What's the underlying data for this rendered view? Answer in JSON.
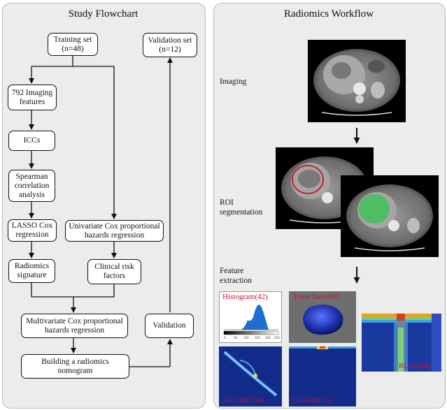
{
  "flowchart": {
    "title": "Study Flowchart",
    "nodes": {
      "training": "Training set\n(n=48)",
      "validation_set": "Validation set\n(n=12)",
      "imaging_features": "792 Imaging\nfeatures",
      "iccs": "ICCs",
      "spearman": "Spearman\ncorrelation\nanalysis",
      "lasso": "LASSO Cox\nregression",
      "univariate": "Univariate Cox proportional\nhazards regression",
      "radiomics_signature": "Radiomics\nsignature",
      "clinical_risk": "Clinical risk\nfactors",
      "multivariate": "Multivariate Cox proportional\nhazards regression",
      "validation": "Validation",
      "nomogram": "Building a radiomics\nnomogram"
    }
  },
  "workflow": {
    "title": "Radiomics Workflow",
    "steps": {
      "imaging": "Imaging",
      "roi": "ROI\nsegmentation",
      "feature": "Feature\nextraction"
    },
    "features": {
      "histogram": "Histogram(42)",
      "form_factor": "Form factor(9)",
      "glcm": "GLCM(154)",
      "glszm": "GLSZM(11)",
      "rlm": "RLM(180)"
    },
    "histogram_ticks": [
      "0",
      "50",
      "100",
      "150",
      "200",
      "250"
    ],
    "colors": {
      "roi_outline": "#d0101c",
      "roi_fill": "#3fbf5a",
      "feature_label": "#c8102e"
    }
  }
}
